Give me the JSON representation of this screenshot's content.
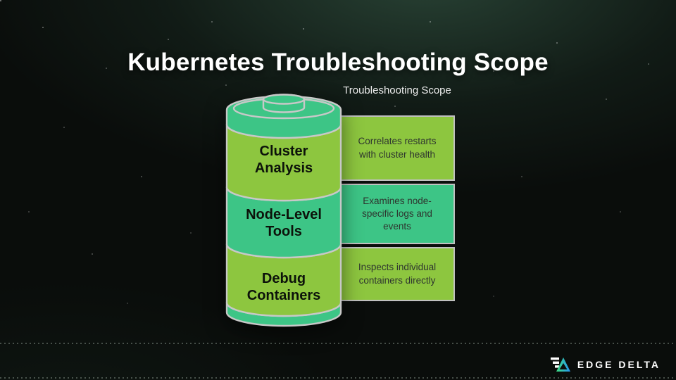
{
  "title": "Kubernetes Troubleshooting Scope",
  "diagram": {
    "column_header": "Troubleshooting Scope",
    "segments": [
      {
        "label": "Cluster Analysis",
        "description": "Correlates restarts with cluster health",
        "color": "#8dc63f"
      },
      {
        "label": "Node-Level Tools",
        "description": "Examines node-specific logs and events",
        "color": "#3dc586"
      },
      {
        "label": "Debug Containers",
        "description": "Inspects individual containers directly",
        "color": "#8dc63f"
      }
    ],
    "colors": {
      "lime": "#8dc63f",
      "teal": "#3dc586",
      "outline": "#c8c8c8",
      "panel_border": "#c0c0c0",
      "panel_text": "#2e352f"
    }
  },
  "footer": {
    "brand": "EDGE DELTA",
    "logo_gradient": [
      "#3fe080",
      "#2492f5"
    ]
  }
}
